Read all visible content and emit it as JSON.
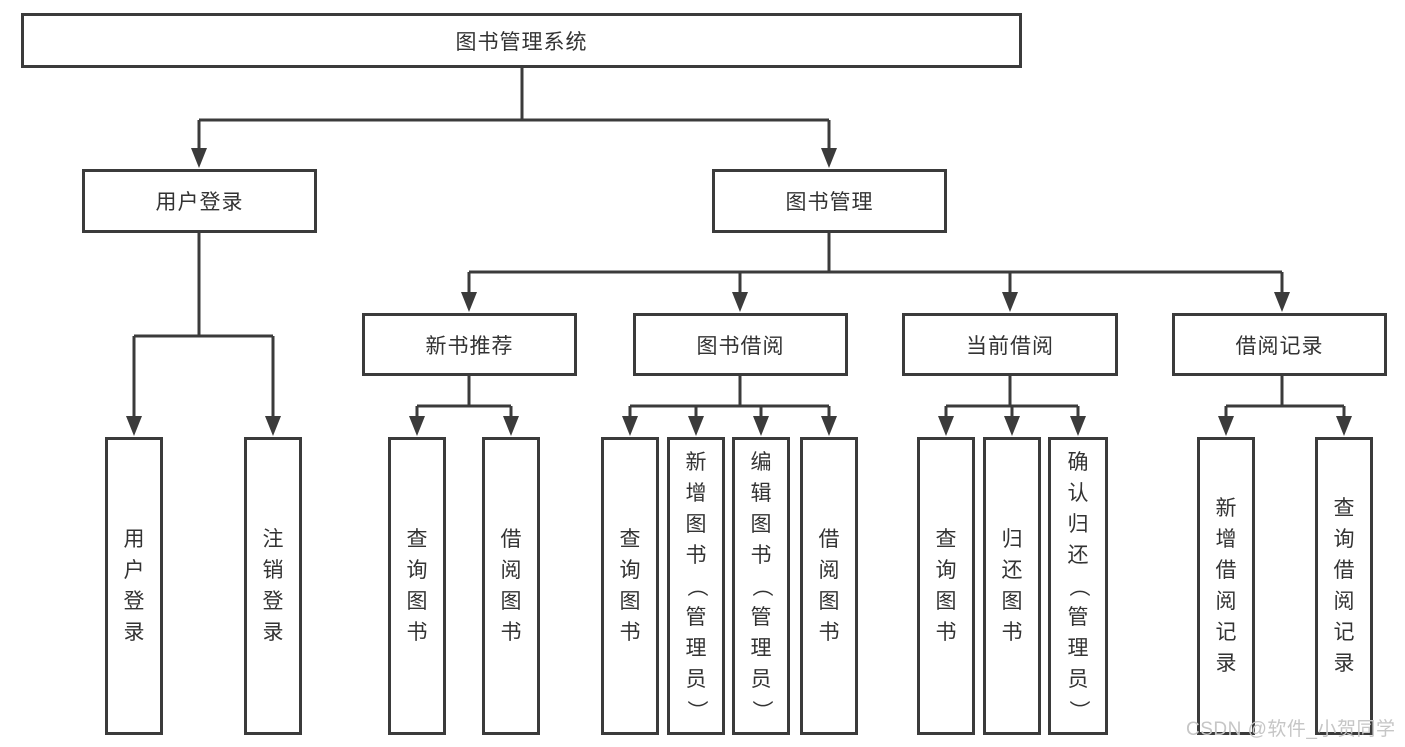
{
  "colors": {
    "line": "#3b3b3b",
    "box_border": "#3b3b3b",
    "box_fill": "#ffffff",
    "label_text": "#333333",
    "watermark_text": "#c6c6c6"
  },
  "watermark": {
    "text": "CSDN @软件_小贺同学"
  },
  "tree": {
    "root": {
      "label": "图书管理系统"
    },
    "level2": [
      {
        "label": "用户登录"
      },
      {
        "label": "图书管理"
      }
    ],
    "level3": [
      {
        "label": "新书推荐",
        "parent": "图书管理"
      },
      {
        "label": "图书借阅",
        "parent": "图书管理"
      },
      {
        "label": "当前借阅",
        "parent": "图书管理"
      },
      {
        "label": "借阅记录",
        "parent": "图书管理"
      }
    ],
    "leaves": [
      {
        "label": "用户登录",
        "parent": "用户登录"
      },
      {
        "label": "注销登录",
        "parent": "用户登录"
      },
      {
        "label": "查询图书",
        "parent": "新书推荐"
      },
      {
        "label": "借阅图书",
        "parent": "新书推荐"
      },
      {
        "label": "查询图书",
        "parent": "图书借阅"
      },
      {
        "label": "新增图书（管理员）",
        "parent": "图书借阅"
      },
      {
        "label": "编辑图书（管理员）",
        "parent": "图书借阅"
      },
      {
        "label": "借阅图书",
        "parent": "图书借阅"
      },
      {
        "label": "查询图书",
        "parent": "当前借阅"
      },
      {
        "label": "归还图书",
        "parent": "当前借阅"
      },
      {
        "label": "确认归还（管理员）",
        "parent": "当前借阅"
      },
      {
        "label": "新增借阅记录",
        "parent": "借阅记录"
      },
      {
        "label": "查询借阅记录",
        "parent": "借阅记录"
      }
    ]
  }
}
